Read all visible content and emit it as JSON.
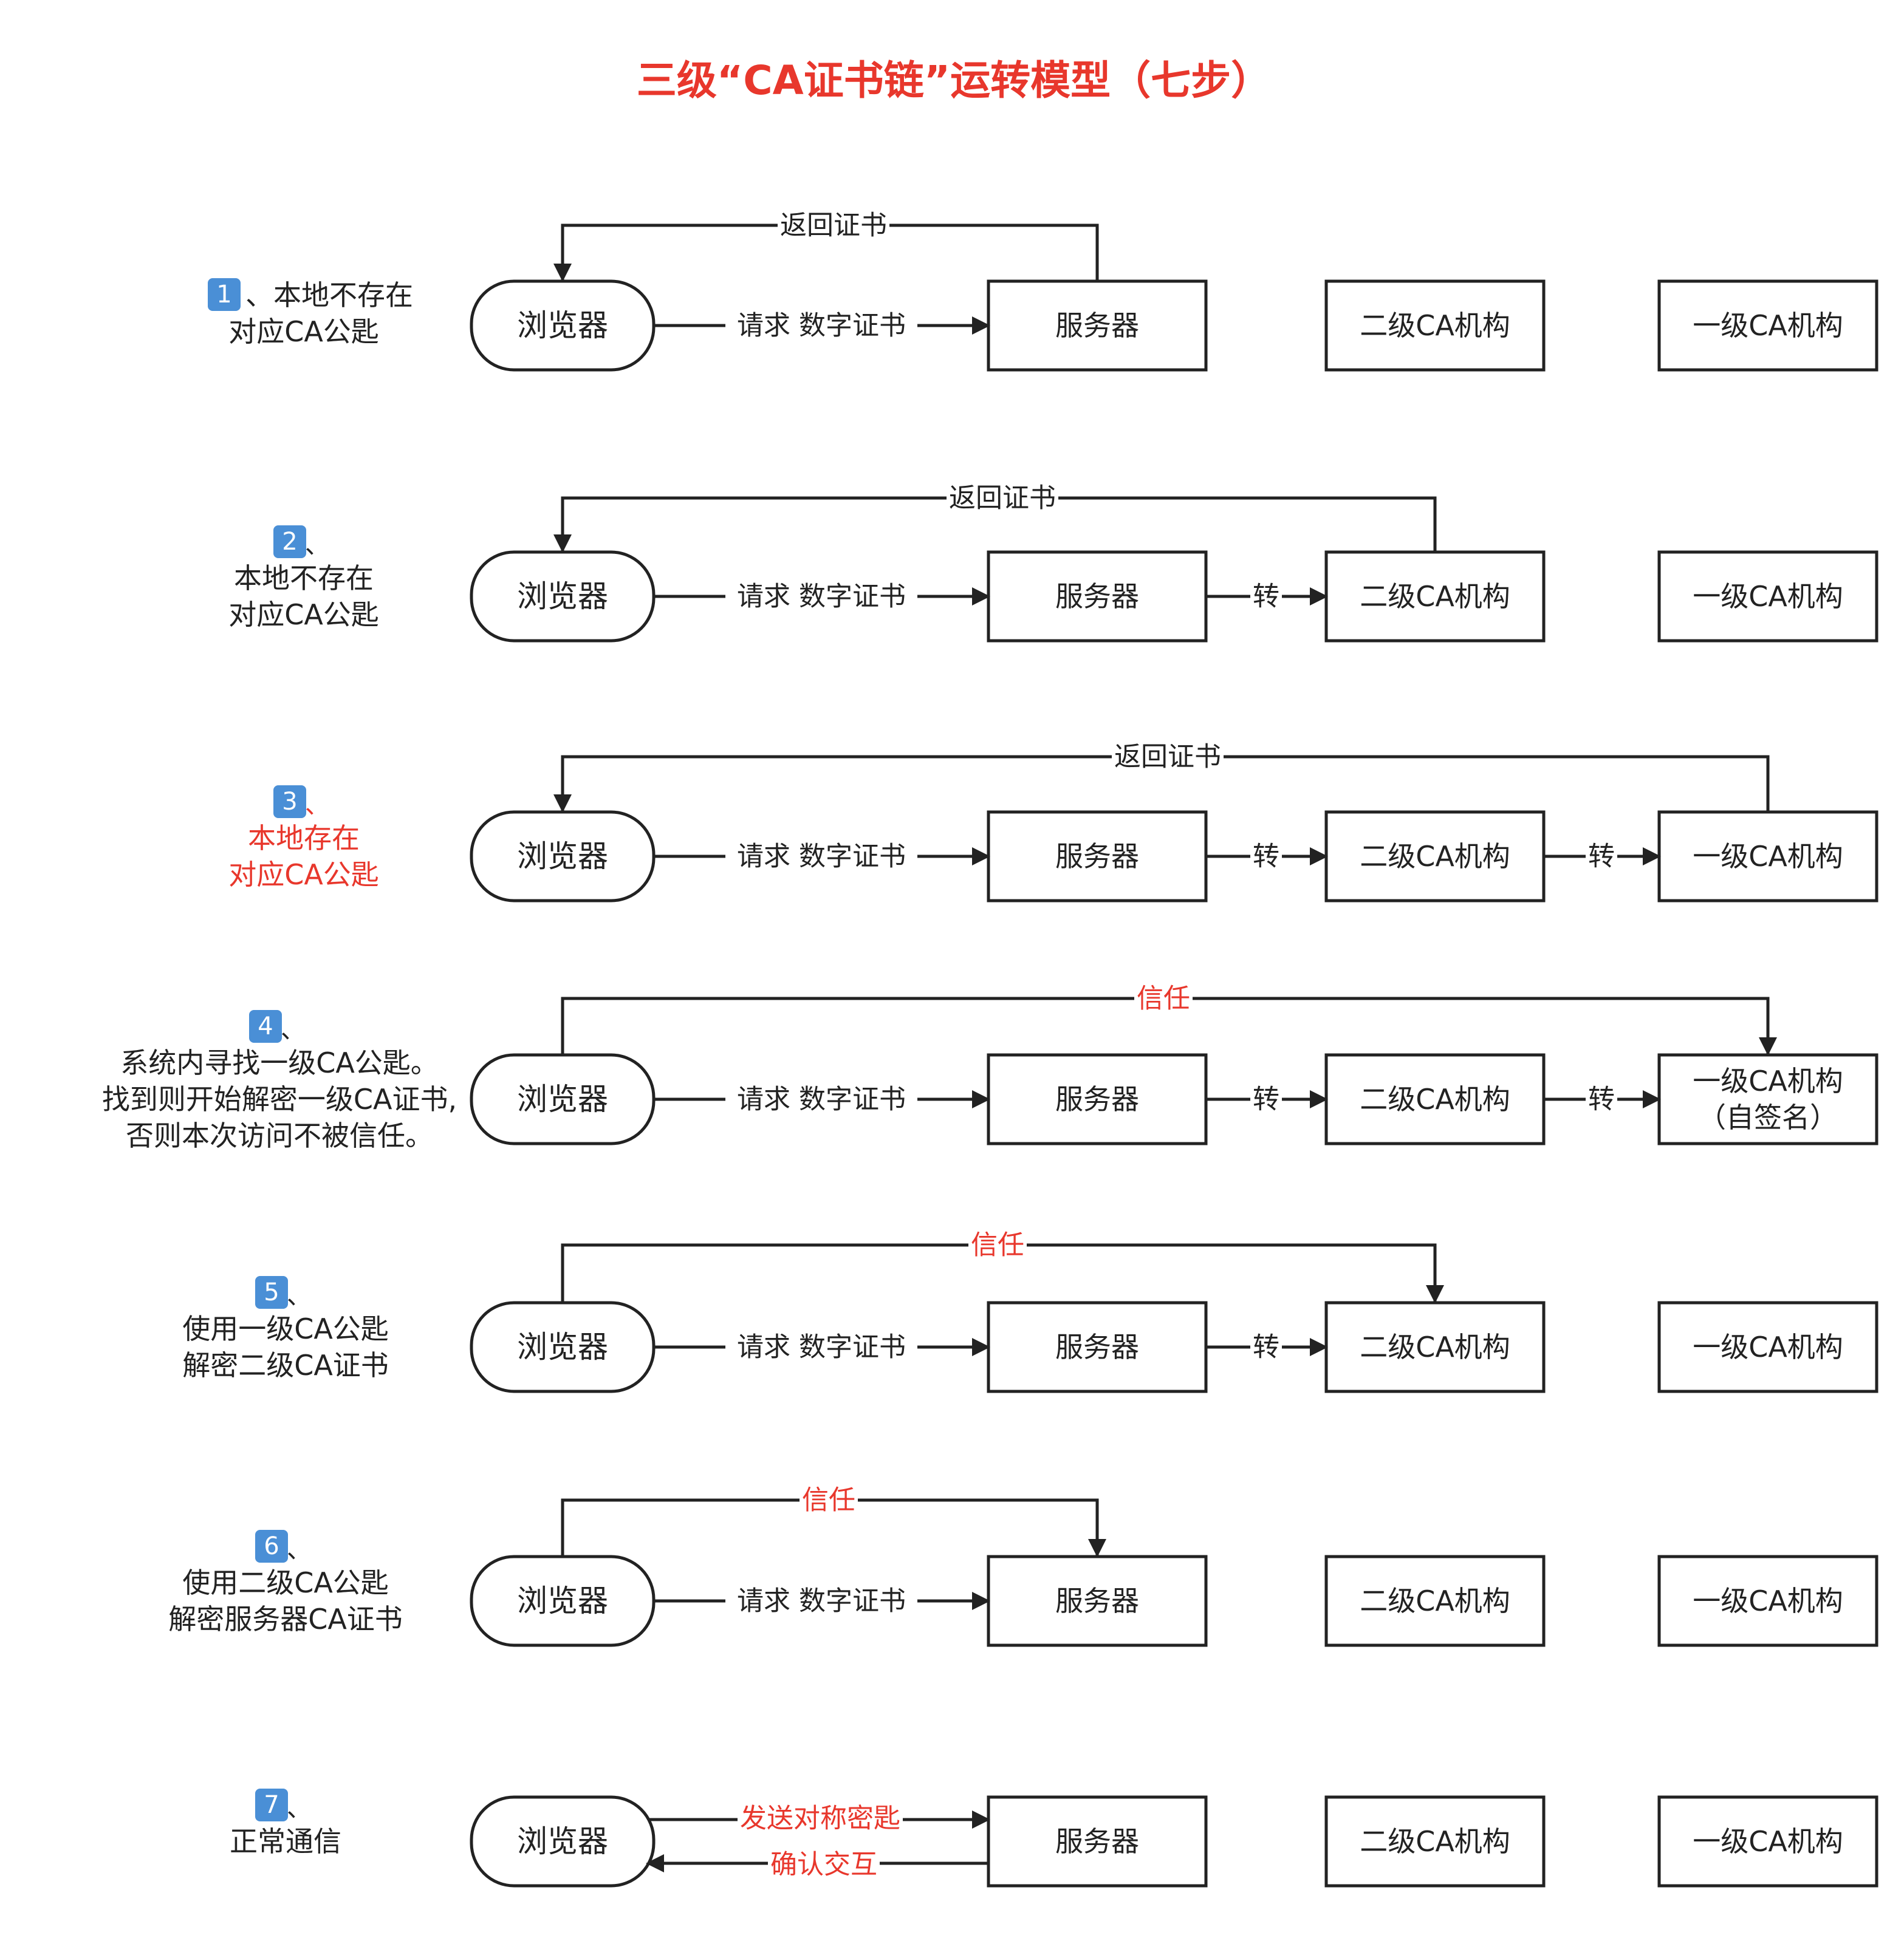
{
  "title": "三级“CA证书链”运转模型（七步）",
  "nodes": {
    "browser": "浏览器",
    "server": "服务器",
    "ca2": "二级CA机构",
    "ca1": "一级CA机构",
    "ca1_self_signed": "（自签名）"
  },
  "labels": {
    "request": "请求 数字证书",
    "return_cert": "返回证书",
    "forward": "转",
    "trust": "信任",
    "send_key": "发送对称密匙",
    "confirm": "确认交互"
  },
  "colors": {
    "accent_red": "#e8372c",
    "line": "#222222",
    "badge_blue": "#4a8fd6"
  },
  "steps": [
    {
      "badge": "1",
      "lines": [
        "、本地不存在",
        "对应CA公匙"
      ],
      "red": false
    },
    {
      "badge": "2",
      "lines": [
        "本地不存在",
        "对应CA公匙"
      ],
      "red": false
    },
    {
      "badge": "3",
      "lines": [
        "本地存在",
        "对应CA公匙"
      ],
      "red": true
    },
    {
      "badge": "4",
      "lines": [
        "系统内寻找一级CA公匙。",
        "找到则开始解密一级CA证书,",
        "否则本次访问不被信任。"
      ],
      "red": false
    },
    {
      "badge": "5",
      "lines": [
        "使用一级CA公匙",
        "解密二级CA证书"
      ],
      "red": false
    },
    {
      "badge": "6",
      "lines": [
        "使用二级CA公匙",
        "解密服务器CA证书"
      ],
      "red": false
    },
    {
      "badge": "7",
      "lines": [
        "正常通信"
      ],
      "red": false
    }
  ],
  "step_separator": "、"
}
